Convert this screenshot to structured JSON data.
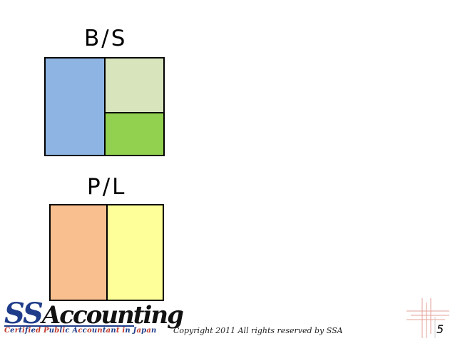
{
  "slide": {
    "bs_title": "B/S",
    "pl_title": "P/L",
    "copyright": "Copyright 2011 All rights reserved by SSA",
    "page_number": "5"
  },
  "logo": {
    "main_ss": "SS",
    "main_rest": "Accounting",
    "tagline": "Certified Public Accountant in Japan"
  },
  "colors": {
    "bs_assets": "#8db4e2",
    "bs_liabilities": "#d8e4bc",
    "bs_equity": "#92d050",
    "pl_expenses": "#fabf8f",
    "pl_revenue": "#ffff99",
    "logo_blue": "#1f3c8a",
    "deco_red": "#e6a09a"
  }
}
